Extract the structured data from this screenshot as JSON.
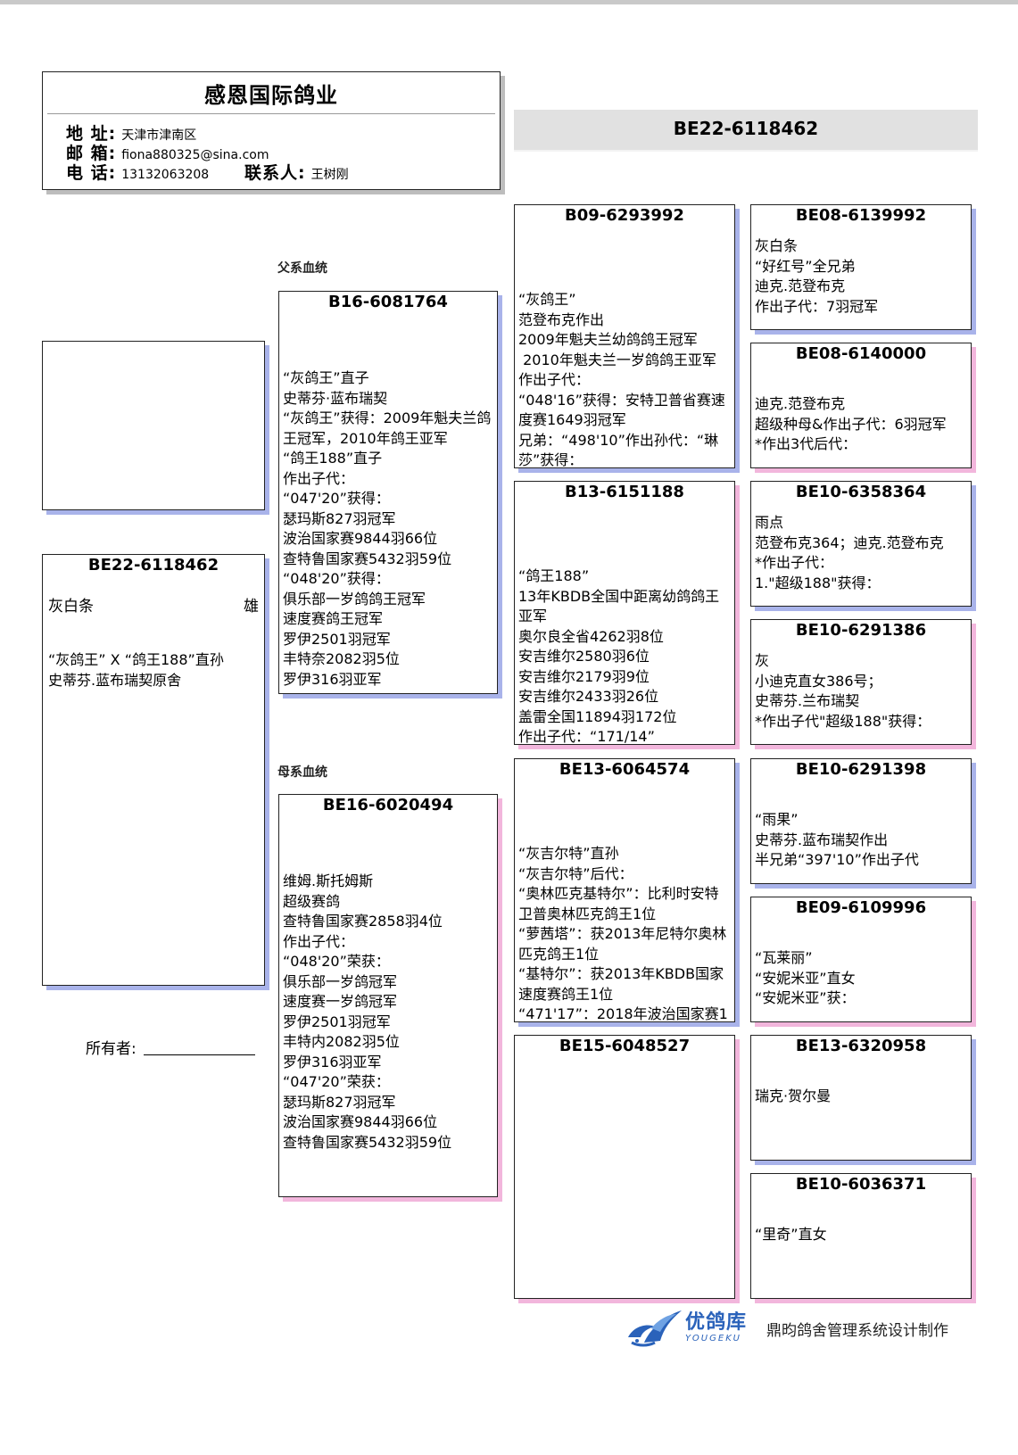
{
  "header": {
    "title": "感恩国际鸽业",
    "address_label": "地 址:",
    "address": "天津市津南区",
    "email_label": "邮 箱:",
    "email": "fiona880325@sina.com",
    "phone_label": "电 话:",
    "phone": "13132063208",
    "contact_label": "联系人:",
    "contact": "王树刚"
  },
  "ring_banner": "BE22-6118462",
  "labels": {
    "paternal": "父系血统",
    "maternal": "母系血统"
  },
  "subject": {
    "ring": "BE22-6118462",
    "color": "灰白条",
    "sex": "雄",
    "note": "“灰鸽王” X “鸽王188”直孙\n史蒂芬.蓝布瑞契原舍"
  },
  "owner": {
    "label": "所有者:"
  },
  "sire": {
    "ring": "B16-6081764",
    "text": "“灰鸽王”直子\n史蒂芬·蓝布瑞契\n“灰鸽王”获得：2009年魁夫兰鸽王冠军，2010年鸽王亚军\n“鸽王188”直子\n作出子代：\n“047'20”获得：\n瑟玛斯827羽冠军\n波治国家赛9844羽66位\n查特鲁国家赛5432羽59位\n“048'20”获得：\n俱乐部一岁鸽鸽王冠军\n速度赛鸽王冠军\n罗伊2501羽冠军\n丰特奈2082羽5位\n罗伊316羽亚军"
  },
  "dam": {
    "ring": "BE16-6020494",
    "text": "维姆.斯托姆斯\n超级赛鸽\n查特鲁国家赛2858羽4位\n作出子代：\n“048'20”荣获：\n俱乐部一岁鸽冠军\n速度赛一岁鸽冠军\n罗伊2501羽冠军\n丰特内2082羽5位\n罗伊316羽亚军\n“047'20”荣获：\n瑟玛斯827羽冠军\n波治国家赛9844羽66位\n查特鲁国家赛5432羽59位"
  },
  "grandparents": [
    {
      "ring": "B09-6293992",
      "text": "“灰鸽王”\n范登布克作出\n2009年魁夫兰幼鸽鸽王冠军\n 2010年魁夫兰一岁鸽鸽王亚军\n作出子代：\n“048'16”获得：安特卫普省赛速度赛1649羽冠军\n兄弟：“498'10”作出孙代：“琳莎”获得："
    },
    {
      "ring": "B13-6151188",
      "text": "“鸽王188”\n13年KBDB全国中距离幼鸽鸽王亚军\n奥尔良全省4262羽8位\n安吉维尔2580羽6位\n安吉维尔2179羽9位\n安吉维尔2433羽26位\n盖雷全国11894羽172位\n作出子代：“171/14”"
    },
    {
      "ring": "BE13-6064574",
      "text": "“灰吉尔特”直孙\n“灰吉尔特”后代：\n“奥林匹克基特尔”：比利时安特卫普奥林匹克鸽王1位\n“萝茜塔”：获2013年尼特尔奥林匹克鸽王1位\n“基特尔”：获2013年KBDB国家速度赛鸽王1位\n“471'17”：2018年波治国家赛1"
    },
    {
      "ring": "BE15-6048527",
      "text": ""
    }
  ],
  "great_grandparents": [
    {
      "ring": "BE08-6139992",
      "text": "灰白条\n“好红号”全兄弟\n迪克.范登布克\n作出子代：7羽冠军"
    },
    {
      "ring": "BE08-6140000",
      "text": "迪克.范登布克\n超级种母&作出子代：6羽冠军\n*作出3代后代："
    },
    {
      "ring": "BE10-6358364",
      "text": "雨点\n范登布克364；迪克.范登布克\n*作出子代：\n1.\"超级188\"获得："
    },
    {
      "ring": "BE10-6291386",
      "text": "灰\n小迪克直女386号；\n史蒂芬.兰布瑞契\n*作出子代\"超级188\"获得："
    },
    {
      "ring": "BE10-6291398",
      "text": "“雨果”\n史蒂芬.蓝布瑞契作出\n半兄弟“397'10”作出子代"
    },
    {
      "ring": "BE09-6109996",
      "text": "“瓦莱丽”\n“安妮米亚”直女\n“安妮米亚”获："
    },
    {
      "ring": "BE13-6320958",
      "text": "瑞克·贺尔曼"
    },
    {
      "ring": "BE10-6036371",
      "text": "“里奇”直女"
    }
  ],
  "footer": {
    "logo_cn": "优鸽库",
    "logo_en": "YOUGEKU",
    "caption": "鼎昀鸽舍管理系统设计制作"
  }
}
